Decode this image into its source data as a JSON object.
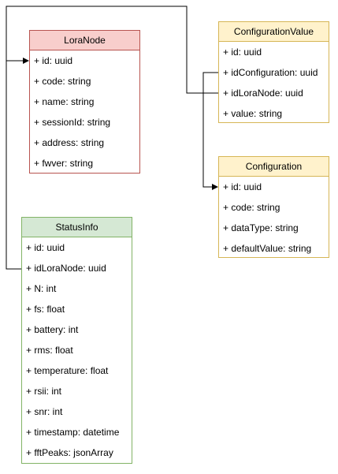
{
  "colors": {
    "red_fill": "#f8cecc",
    "red_stroke": "#b85450",
    "yellow_fill": "#fff2cc",
    "yellow_stroke": "#d6b656",
    "green_fill": "#d5e8d4",
    "green_stroke": "#82b366",
    "connector": "#000000"
  },
  "entities": {
    "loranode": {
      "title": "LoraNode",
      "fields": [
        "+ id: uuid",
        "+ code: string",
        "+ name: string",
        "+ sessionId: string",
        "+ address: string",
        "+ fwver: string"
      ]
    },
    "configurationvalue": {
      "title": "ConfigurationValue",
      "fields": [
        "+ id: uuid",
        "+ idConfiguration: uuid",
        "+ idLoraNode: uuid",
        "+ value: string"
      ]
    },
    "configuration": {
      "title": "Configuration",
      "fields": [
        "+ id: uuid",
        "+ code: string",
        "+ dataType: string",
        "+ defaultValue: string"
      ]
    },
    "statusinfo": {
      "title": "StatusInfo",
      "fields": [
        "+ id: uuid",
        "+ idLoraNode: uuid",
        "+ N: int",
        "+ fs: float",
        "+ battery: int",
        "+ rms: float",
        "+ temperature: float",
        "+ rsii: int",
        "+ snr: int",
        "+ timestamp: datetime",
        "+ fftPeaks: jsonArray"
      ]
    }
  },
  "relations": [
    {
      "from": "configurationvalue.idLoraNode",
      "to": "loranode.id"
    },
    {
      "from": "statusinfo.idLoraNode",
      "to": "loranode.id"
    },
    {
      "from": "configurationvalue.idConfiguration",
      "to": "configuration.id"
    }
  ]
}
